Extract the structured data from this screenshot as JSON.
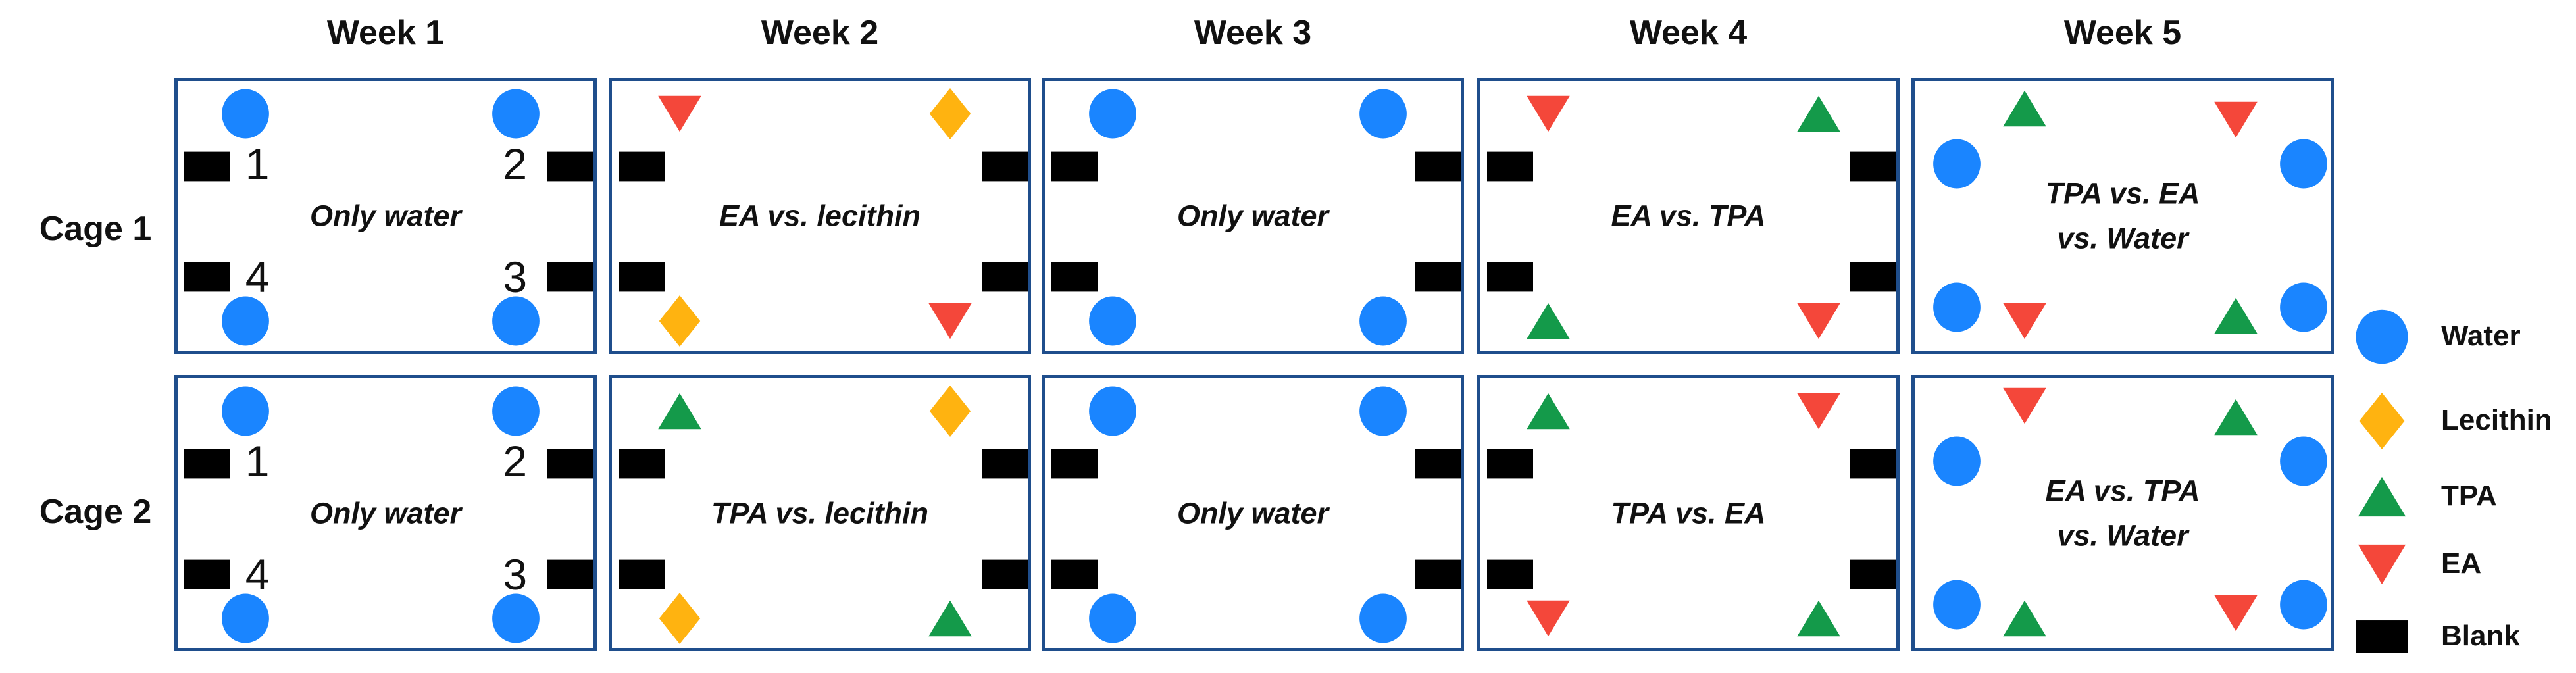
{
  "weeks": [
    "Week 1",
    "Week 2",
    "Week 3",
    "Week 4",
    "Week 5"
  ],
  "cages": [
    "Cage 1",
    "Cage 2"
  ],
  "colors": {
    "border": "#1f4e8c",
    "water": "#1a85ff",
    "lecithin": "#ffb310",
    "tpa": "#149a4a",
    "ea": "#f4473a",
    "blank": "#000000"
  },
  "position_numbers": [
    "1",
    "2",
    "3",
    "4"
  ],
  "boxes": [
    {
      "cage": "Cage 1",
      "week": "Week 1",
      "lines": [
        "Only water"
      ]
    },
    {
      "cage": "Cage 1",
      "week": "Week 2",
      "lines": [
        "EA vs. lecithin"
      ]
    },
    {
      "cage": "Cage 1",
      "week": "Week 3",
      "lines": [
        "Only water"
      ]
    },
    {
      "cage": "Cage 1",
      "week": "Week 4",
      "lines": [
        "EA vs. TPA"
      ]
    },
    {
      "cage": "Cage 1",
      "week": "Week 5",
      "lines": [
        "TPA vs. EA",
        "vs. Water"
      ]
    },
    {
      "cage": "Cage 2",
      "week": "Week 1",
      "lines": [
        "Only water"
      ]
    },
    {
      "cage": "Cage 2",
      "week": "Week 2",
      "lines": [
        "TPA vs. lecithin"
      ]
    },
    {
      "cage": "Cage 2",
      "week": "Week 3",
      "lines": [
        "Only water"
      ]
    },
    {
      "cage": "Cage 2",
      "week": "Week 4",
      "lines": [
        "TPA vs. EA"
      ]
    },
    {
      "cage": "Cage 2",
      "week": "Week 5",
      "lines": [
        "EA vs. TPA",
        "vs. Water"
      ]
    }
  ],
  "stimuli": [
    [
      "water",
      "water",
      "water",
      "water"
    ],
    [
      "ea",
      "lecithin",
      "lecithin",
      "ea"
    ],
    [
      "water",
      "water",
      "water",
      "water"
    ],
    [
      "ea",
      "tpa",
      "tpa",
      "ea"
    ],
    [
      "tpa",
      "ea",
      "water",
      "water",
      "water",
      "ea",
      "tpa",
      "water"
    ],
    [
      "water",
      "water",
      "water",
      "water"
    ],
    [
      "tpa",
      "lecithin",
      "lecithin",
      "tpa"
    ],
    [
      "water",
      "water",
      "water",
      "water"
    ],
    [
      "tpa",
      "ea",
      "ea",
      "tpa"
    ],
    [
      "ea",
      "tpa",
      "water",
      "water",
      "water",
      "tpa",
      "ea",
      "water"
    ]
  ],
  "legend": [
    {
      "key": "water",
      "label": "Water"
    },
    {
      "key": "lecithin",
      "label": "Lecithin"
    },
    {
      "key": "tpa",
      "label": "TPA"
    },
    {
      "key": "ea",
      "label": "EA"
    },
    {
      "key": "blank",
      "label": "Blank"
    }
  ]
}
